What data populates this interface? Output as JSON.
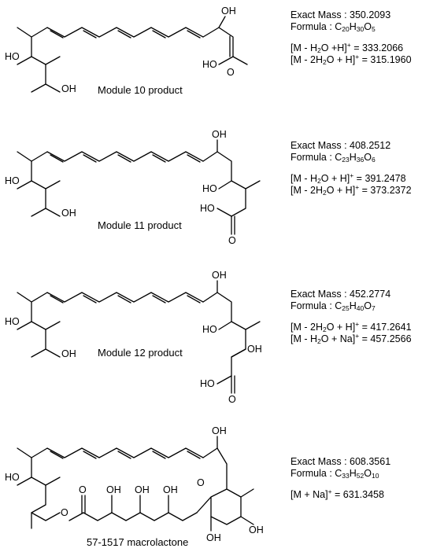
{
  "compounds": [
    {
      "caption": "Module 10 product",
      "exact_mass": "Exact Mass : 350.2093",
      "formula": {
        "label": "Formula : ",
        "parts": [
          "C",
          "20",
          "H",
          "30",
          "O",
          "5"
        ]
      },
      "ions": [
        {
          "lhs": [
            "[M - H",
            "2",
            "O +H]",
            "+"
          ],
          "rhs": " = 333.2066"
        },
        {
          "lhs": [
            "[M - 2H",
            "2",
            "O + H]",
            "+"
          ],
          "rhs": " = 315.1960"
        }
      ]
    },
    {
      "caption": "Module 11 product",
      "exact_mass": "Exact Mass : 408.2512",
      "formula": {
        "label": "Formula : ",
        "parts": [
          "C",
          "23",
          "H",
          "36",
          "O",
          "6"
        ]
      },
      "ions": [
        {
          "lhs": [
            "[M - H",
            "2",
            "O + H]",
            "+"
          ],
          "rhs": " = 391.2478"
        },
        {
          "lhs": [
            "[M - 2H",
            "2",
            "O + H]",
            "+"
          ],
          "rhs": " = 373.2372"
        }
      ]
    },
    {
      "caption": "Module 12 product",
      "exact_mass": "Exact Mass : 452.2774",
      "formula": {
        "label": "Formula : ",
        "parts": [
          "C",
          "25",
          "H",
          "40",
          "O",
          "7"
        ]
      },
      "ions": [
        {
          "lhs": [
            "[M - 2H",
            "2",
            "O + H]",
            "+"
          ],
          "rhs": " = 417.2641"
        },
        {
          "lhs": [
            "[M - H",
            "2",
            "O + Na]",
            "+"
          ],
          "rhs": " = 457.2566"
        }
      ]
    },
    {
      "caption": "57-1517 macrolactone",
      "exact_mass": "Exact Mass : 608.3561",
      "formula": {
        "label": "Formula : ",
        "parts": [
          "C",
          "33",
          "H",
          "52",
          "O",
          "10"
        ]
      },
      "ions": [
        {
          "lhs": [
            "[M + Na]",
            "+"
          ],
          "rhs": " = 631.3458"
        }
      ]
    }
  ],
  "atom_labels": {
    "oh": "OH",
    "ho": "HO",
    "o": "O"
  }
}
